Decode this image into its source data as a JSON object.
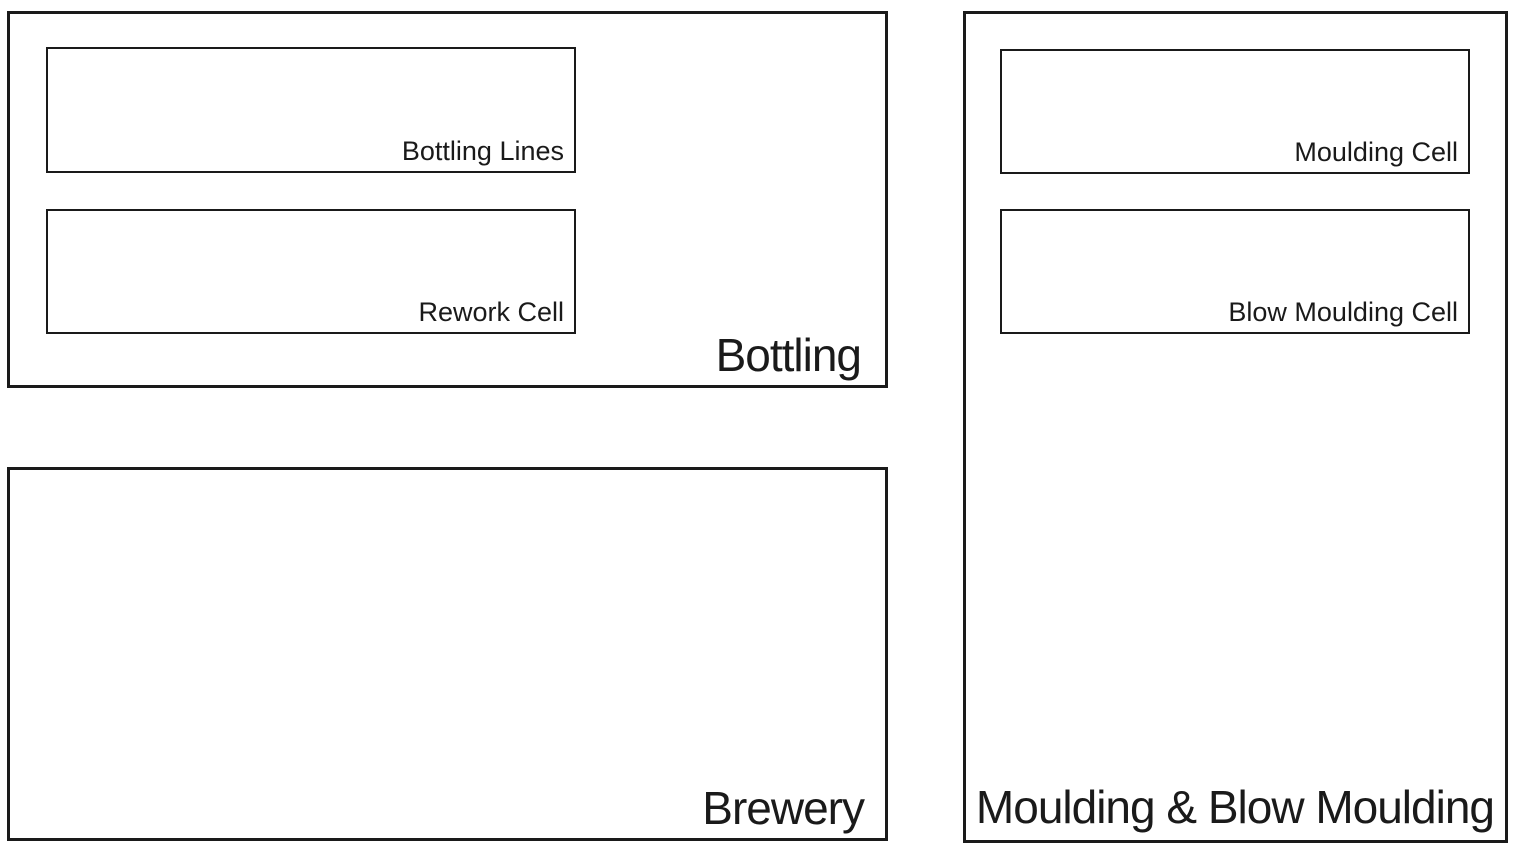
{
  "diagram": {
    "type": "plant-layout-zones",
    "colors": {
      "background": "#ffffff",
      "border": "#1a1a1a",
      "text": "#1a1a1a"
    },
    "zones": {
      "bottling": {
        "label": "Bottling",
        "cells": {
          "lines": {
            "label": "Bottling Lines"
          },
          "rework": {
            "label": "Rework Cell"
          }
        }
      },
      "brewery": {
        "label": "Brewery",
        "cells": {}
      },
      "moulding": {
        "label": "Moulding & Blow Moulding",
        "cells": {
          "moulding": {
            "label": "Moulding Cell"
          },
          "blow": {
            "label": "Blow Moulding Cell"
          }
        }
      }
    }
  }
}
